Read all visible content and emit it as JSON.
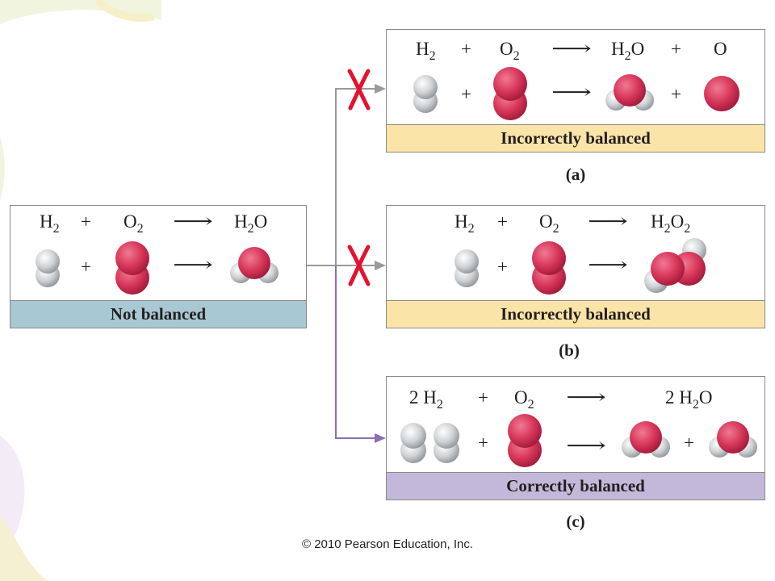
{
  "colors": {
    "oxygen": "#d8375a",
    "hydrogen": "#cfd3d6",
    "not_balanced_band": "#a8c8d3",
    "incorrect_band": "#fbe4a8",
    "correct_band": "#c4b8da",
    "cross": "#e3122e",
    "gray_arrow": "#9a9a9a",
    "purple_arrow": "#8a6fb5"
  },
  "left": {
    "equation": {
      "h2": "H",
      "h2_sub": "2",
      "o2": "O",
      "o2_sub": "2",
      "product": "H",
      "product_sub": "2",
      "product_tail": "O"
    },
    "plus": "+",
    "arrow": "⟶",
    "label": "Not balanced"
  },
  "panel_a": {
    "equation": {
      "h2": "H",
      "h2_sub": "2",
      "o2": "O",
      "o2_sub": "2",
      "product1": "H",
      "product1_sub": "2",
      "product1_tail": "O",
      "product2": "O"
    },
    "plus": "+",
    "arrow": "⟶",
    "label": "Incorrectly balanced",
    "caption": "(a)"
  },
  "panel_b": {
    "equation": {
      "h2": "H",
      "h2_sub": "2",
      "o2": "O",
      "o2_sub": "2",
      "product": "H",
      "product_sub": "2",
      "product_tail": "O",
      "product_tail_sub": "2"
    },
    "plus": "+",
    "arrow": "⟶",
    "label": "Incorrectly balanced",
    "caption": "(b)"
  },
  "panel_c": {
    "equation": {
      "coef1": "2 H",
      "h2_sub": "2",
      "o2": "O",
      "o2_sub": "2",
      "coef2": "2 H",
      "product_sub": "2",
      "product_tail": "O"
    },
    "plus": "+",
    "arrow": "⟶",
    "label": "Correctly balanced",
    "caption": "(c)"
  },
  "copyright": "© 2010 Pearson Education, Inc."
}
